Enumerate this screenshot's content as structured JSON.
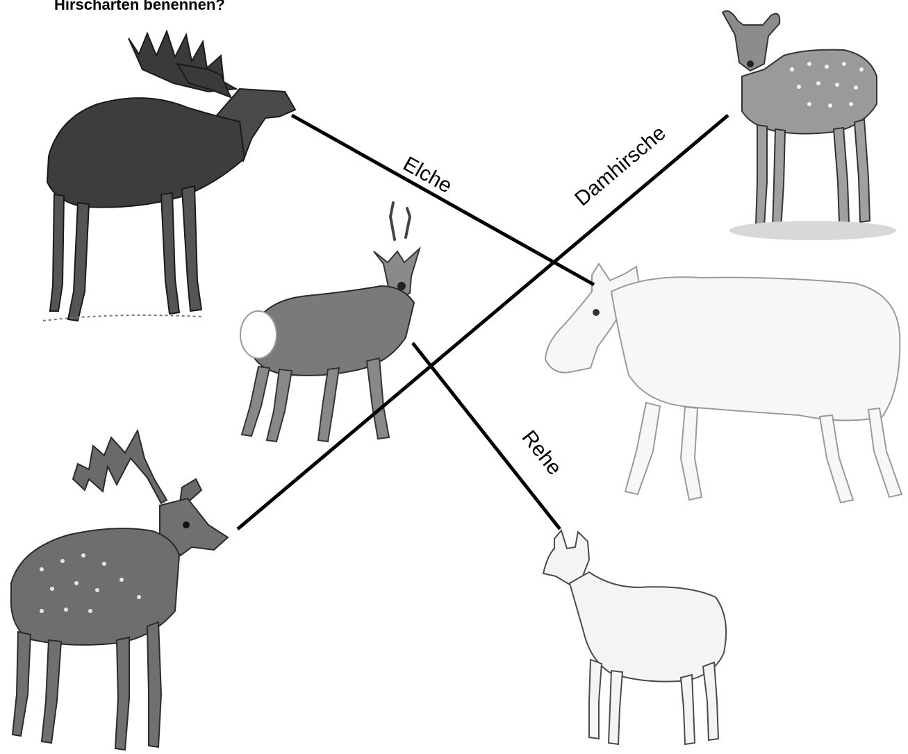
{
  "question": "Hirscharten benennen?",
  "labels": {
    "elche": "Elche",
    "damhirsche": "Damhirsche",
    "rehe": "Rehe"
  },
  "colors": {
    "line": "#000000",
    "dark_fur": "#3a3a3a",
    "mid_fur": "#7a7a7a",
    "light_fur": "#cfcfcf",
    "sketch": "#9a9a9a"
  },
  "images": [
    "bull-moose-illustration",
    "roe-buck-illustration",
    "fallow-stag-illustration",
    "spotted-fawn-illustration",
    "cow-moose-sketch",
    "roe-doe-illustration"
  ]
}
